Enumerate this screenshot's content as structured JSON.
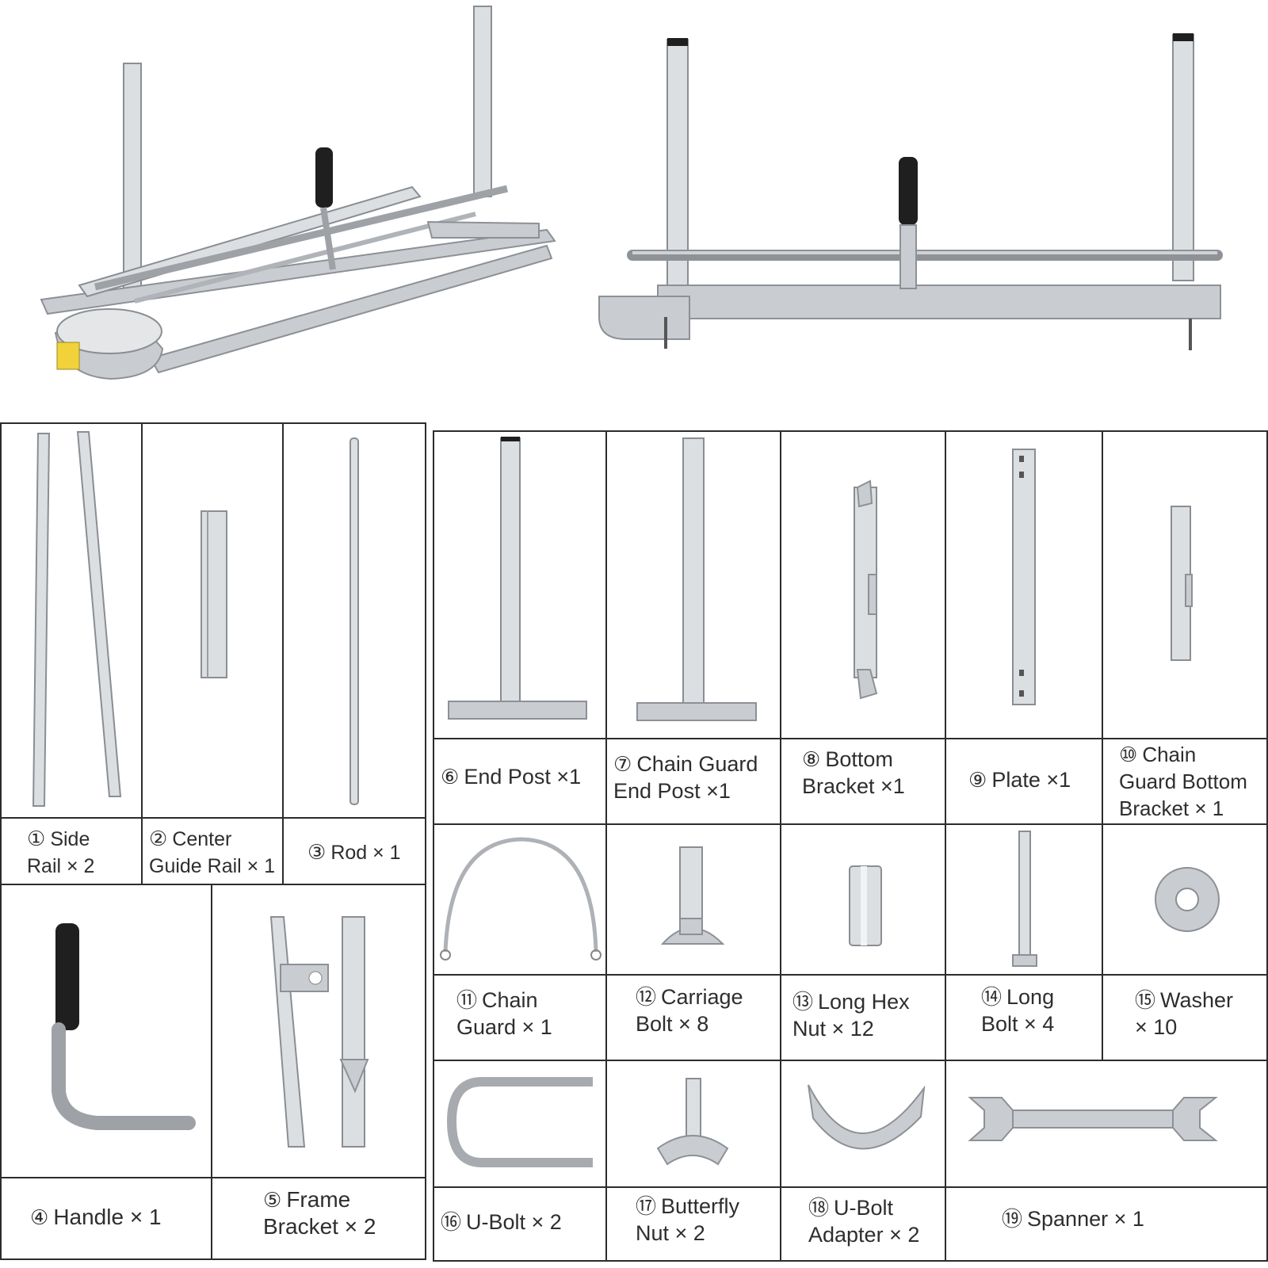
{
  "parts": [
    {
      "num": "①",
      "line1": "Side",
      "line2": "Rail × 2",
      "icon": "side-rail-icon"
    },
    {
      "num": "②",
      "line1": "Center",
      "line2": "Guide Rail × 1",
      "icon": "center-guide-rail-icon"
    },
    {
      "num": "③",
      "line1": "Rod × 1",
      "line2": "",
      "icon": "rod-icon"
    },
    {
      "num": "④",
      "line1": "Handle × 1",
      "line2": "",
      "icon": "handle-icon"
    },
    {
      "num": "⑤",
      "line1": "Frame",
      "line2": "Bracket × 2",
      "icon": "frame-bracket-icon"
    },
    {
      "num": "⑥",
      "line1": "End Post ×1",
      "line2": "",
      "icon": "end-post-icon"
    },
    {
      "num": "⑦",
      "line1": "Chain Guard",
      "line2": "End Post ×1",
      "icon": "chain-guard-end-post-icon"
    },
    {
      "num": "⑧",
      "line1": "Bottom",
      "line2": "Bracket ×1",
      "icon": "bottom-bracket-icon"
    },
    {
      "num": "⑨",
      "line1": "Plate ×1",
      "line2": "",
      "icon": "plate-icon"
    },
    {
      "num": "⑩",
      "line1": "Chain",
      "line2": "Guard Bottom",
      "line3": "Bracket × 1",
      "icon": "chain-guard-bottom-bracket-icon"
    },
    {
      "num": "⑪",
      "line1": "Chain",
      "line2": "Guard × 1",
      "icon": "chain-guard-icon"
    },
    {
      "num": "⑫",
      "line1": "Carriage",
      "line2": "Bolt × 8",
      "icon": "carriage-bolt-icon"
    },
    {
      "num": "⑬",
      "line1": "Long Hex",
      "line2": "Nut × 12",
      "icon": "long-hex-nut-icon"
    },
    {
      "num": "⑭",
      "line1": "Long",
      "line2": "Bolt × 4",
      "icon": "long-bolt-icon"
    },
    {
      "num": "⑮",
      "line1": "Washer",
      "line2": "× 10",
      "icon": "washer-icon"
    },
    {
      "num": "⑯",
      "line1": "U-Bolt × 2",
      "line2": "",
      "icon": "u-bolt-icon"
    },
    {
      "num": "⑰",
      "line1": "Butterfly",
      "line2": "Nut × 2",
      "icon": "butterfly-nut-icon"
    },
    {
      "num": "⑱",
      "line1": "U-Bolt",
      "line2": "Adapter × 2",
      "icon": "u-bolt-adapter-icon"
    },
    {
      "num": "⑲",
      "line1": "Spanner × 1",
      "line2": "",
      "icon": "spanner-icon"
    }
  ]
}
